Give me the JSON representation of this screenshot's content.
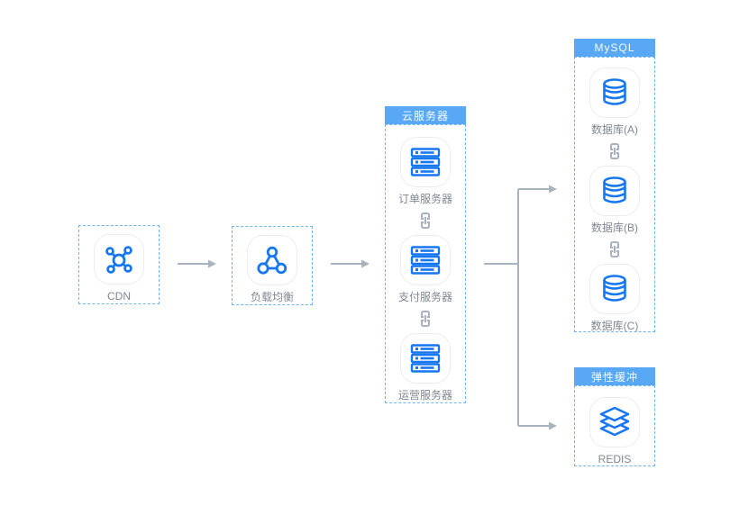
{
  "diagram": {
    "nodes": {
      "cdn": {
        "label": "CDN",
        "icon": "network-hub-icon"
      },
      "load_balancer": {
        "label": "负载均衡",
        "icon": "load-balancer-icon"
      }
    },
    "groups": {
      "cloud_server": {
        "title": "云服务器",
        "items": [
          {
            "label": "订单服务器",
            "icon": "server-rack-icon"
          },
          {
            "label": "支付服务器",
            "icon": "server-rack-icon"
          },
          {
            "label": "运营服务器",
            "icon": "server-rack-icon"
          }
        ]
      },
      "mysql": {
        "title": "MySQL",
        "items": [
          {
            "label": "数据库(A)",
            "icon": "database-icon"
          },
          {
            "label": "数据库(B)",
            "icon": "database-icon"
          },
          {
            "label": "数据库(C)",
            "icon": "database-icon"
          }
        ]
      },
      "elastic_cache": {
        "title": "弹性缓冲",
        "items": [
          {
            "label": "REDIS",
            "icon": "stacked-layers-icon"
          }
        ]
      }
    },
    "colors": {
      "icon_blue": "#1677f0",
      "header_blue": "#58a8f6",
      "dashed_border_blue": "#6fb4f7",
      "arrow_gray": "#a9b3bf",
      "label_gray": "#7f8792",
      "squircle_border": "#ebedf0"
    }
  }
}
